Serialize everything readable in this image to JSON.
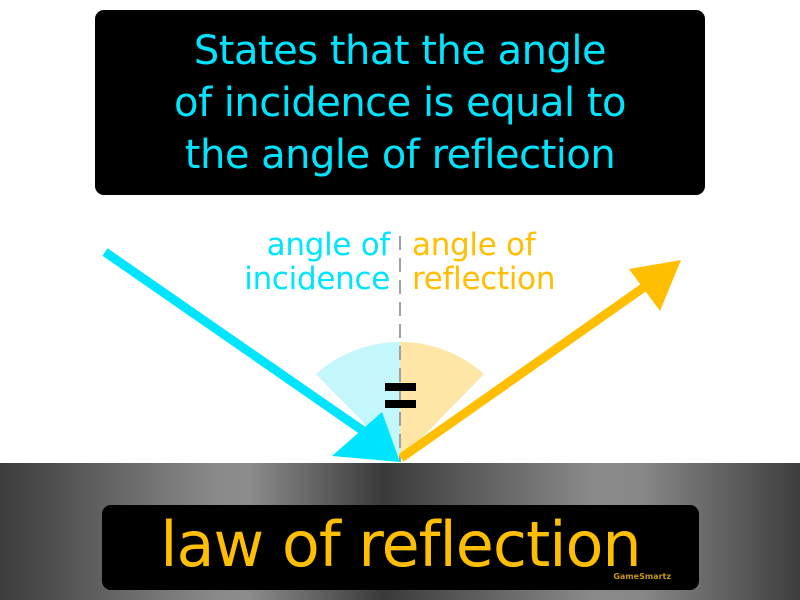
{
  "definition": {
    "lines": [
      "States that the angle",
      "of incidence is equal to",
      "the angle of reflection"
    ],
    "color": "#00e5ff"
  },
  "diagram": {
    "incidence_label": [
      "angle of",
      "incidence"
    ],
    "reflection_label": [
      "angle of",
      "reflection"
    ],
    "equals_sign": "=",
    "incidence_color": "#00e5ff",
    "reflection_color": "#ffbf00",
    "incidence_arc_color": "#c4f7fc",
    "reflection_arc_color": "#fee6a7",
    "normal_line_color": "#a0a0a0"
  },
  "term": {
    "label": "law of reflection",
    "color": "#ffbf00"
  },
  "brand": {
    "label": "GameSmartz"
  }
}
